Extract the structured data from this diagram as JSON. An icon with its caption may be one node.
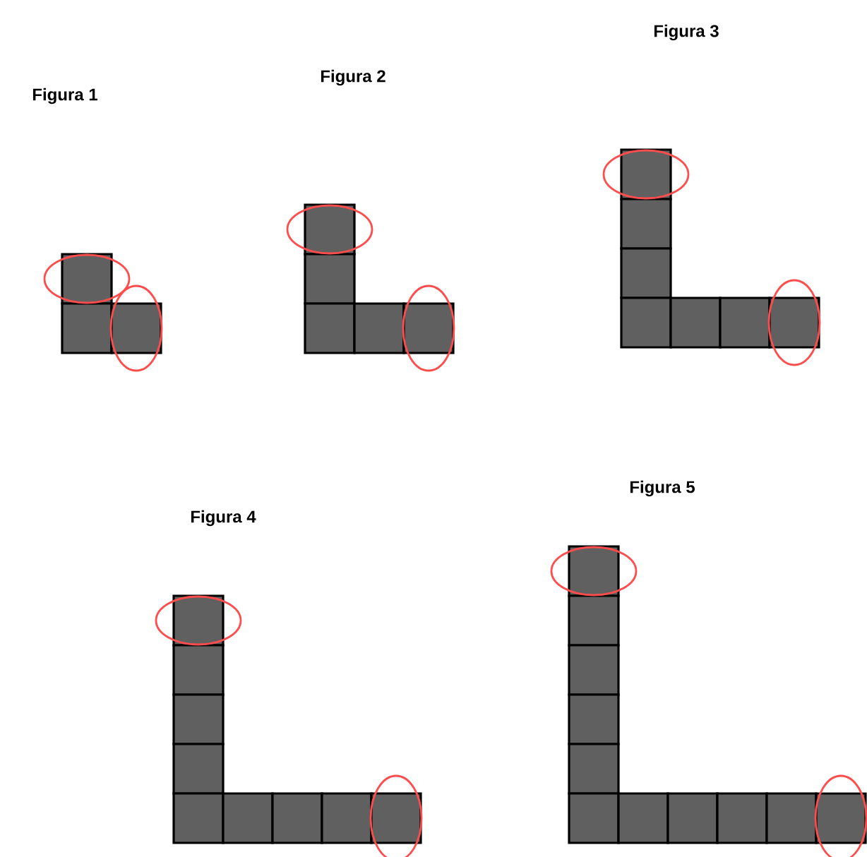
{
  "diagram": {
    "labels": [
      "Figura 1",
      "Figura 2",
      "Figura 3",
      "Figura 4",
      "Figura 5"
    ]
  }
}
